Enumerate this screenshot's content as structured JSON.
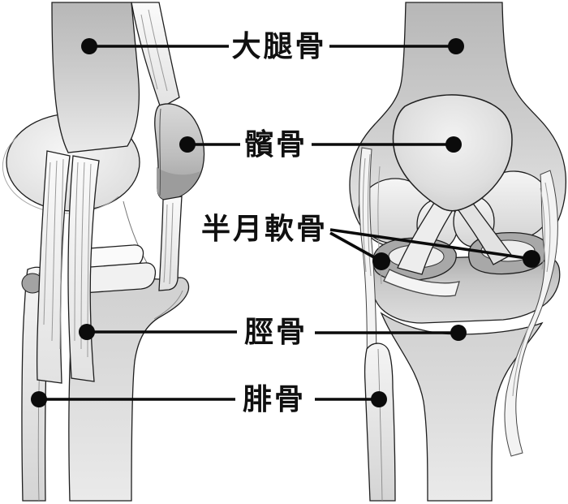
{
  "figure": {
    "type": "anatomical-diagram",
    "views": [
      {
        "name": "knee-lateral-view"
      },
      {
        "name": "knee-anterior-view"
      }
    ],
    "labels": [
      {
        "id": "femur",
        "text": "大腿骨"
      },
      {
        "id": "patella",
        "text": "髕骨"
      },
      {
        "id": "meniscus",
        "text": "半月軟骨"
      },
      {
        "id": "tibia",
        "text": "脛骨"
      },
      {
        "id": "fibula",
        "text": "腓骨"
      }
    ],
    "colors": {
      "background": "#ffffff",
      "outline": "#1e1e1e",
      "leader_line": "#0b0b0b",
      "leader_dot": "#0b0b0b",
      "bone_shaft": "#bfbfbf",
      "bone_light": "#ededed",
      "patella_side": "#b4b4b4",
      "meniscus_ring": "#a8a8a8",
      "label_text": "#101010"
    }
  }
}
